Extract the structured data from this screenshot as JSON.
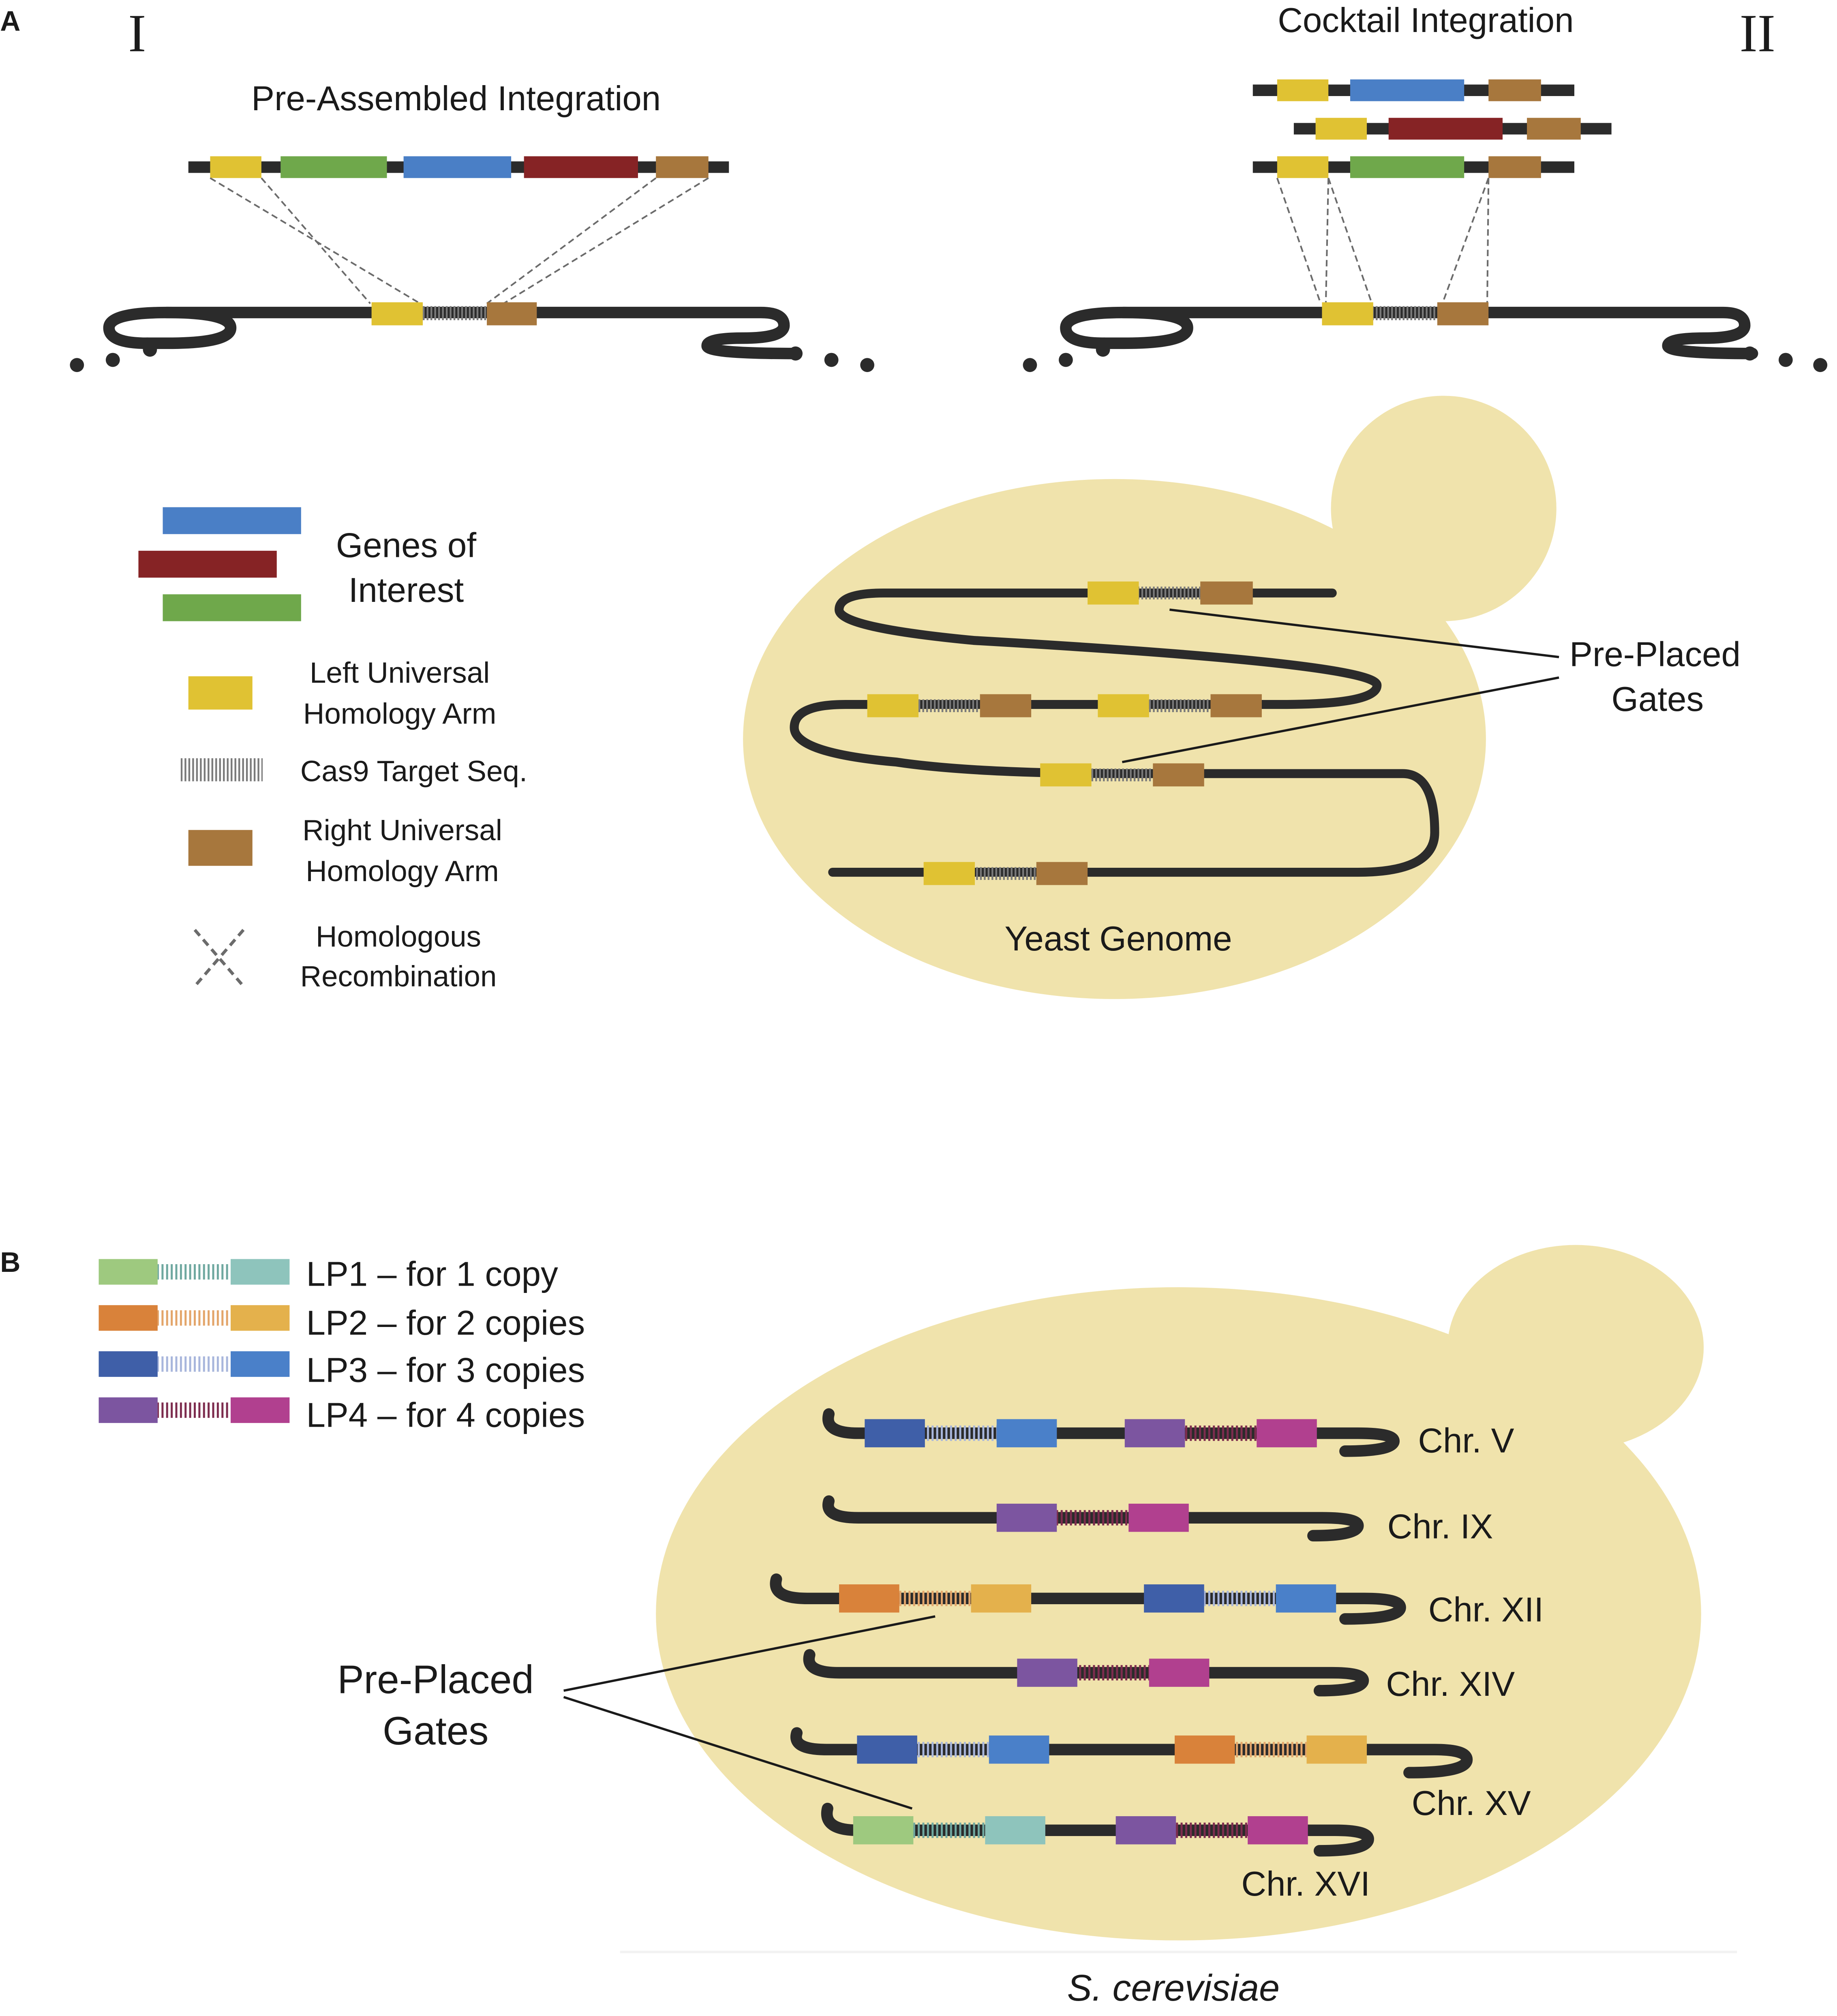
{
  "panel_a": {
    "letter": "A",
    "roman_left": "I",
    "roman_right": "II",
    "title_left": "Pre-Assembled Integration",
    "title_right": "Cocktail Integration",
    "legend": {
      "genes_line1": "Genes of",
      "genes_line2": "Interest",
      "left_arm_line1": "Left Universal",
      "left_arm_line2": "Homology Arm",
      "cas9": "Cas9 Target Seq.",
      "right_arm_line1": "Right Universal",
      "right_arm_line2": "Homology Arm",
      "recomb_line1": "Homologous",
      "recomb_line2": "Recombination"
    },
    "gates_line1": "Pre-Placed",
    "gates_line2": "Gates",
    "genome_label": "Yeast Genome"
  },
  "panel_b": {
    "letter": "B",
    "legend": [
      {
        "label": "LP1 –  for 1 copy"
      },
      {
        "label": "LP2 – for 2 copies"
      },
      {
        "label": "LP3 – for 3 copies"
      },
      {
        "label": "LP4 – for 4 copies"
      }
    ],
    "chromosomes": [
      "Chr. V",
      "Chr. IX",
      "Chr. XII",
      "Chr. XIV",
      "Chr. XV",
      "Chr. XVI"
    ],
    "gates_line1": "Pre-Placed",
    "gates_line2": "Gates",
    "organism": "S. cerevisiae"
  },
  "colors": {
    "blue_gene": "#4a7fc6",
    "red_gene": "#862325",
    "green_gene": "#6fa84b",
    "left_arm": "#e0c233",
    "right_arm": "#a7773d",
    "cell": "#f0e3ac",
    "dna": "#2b2b2b",
    "lp1": [
      "#9ec97f",
      "#6fa8a0",
      "#8ec4bc"
    ],
    "lp2": [
      "#d9823a",
      "#e3a56a",
      "#e4b14c"
    ],
    "lp3": [
      "#3f5fa8",
      "#a8b6dc",
      "#4a80c9"
    ],
    "lp4": [
      "#7c55a0",
      "#7d2c4e",
      "#b1408f"
    ]
  }
}
